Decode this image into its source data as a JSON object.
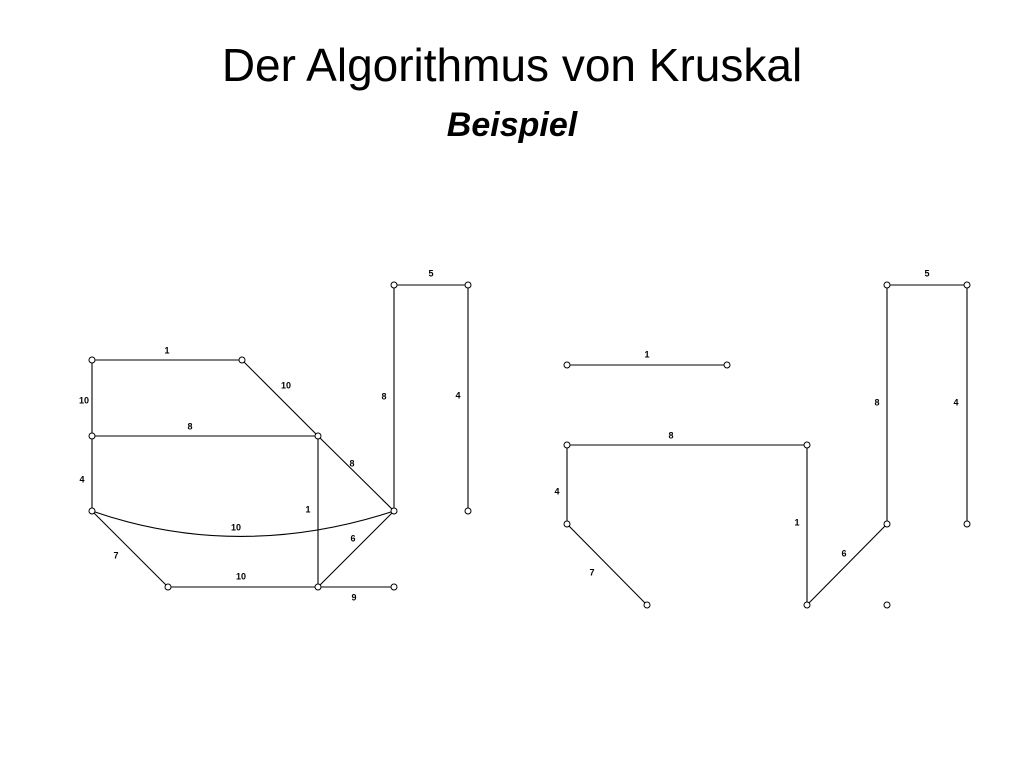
{
  "slide": {
    "title": "Der Algorithmus von Kruskal",
    "subtitle": "Beispiel"
  },
  "graphs": {
    "original": {
      "edges": [
        {
          "id": "a-b",
          "weight": "1"
        },
        {
          "id": "a-c",
          "weight": "10"
        },
        {
          "id": "b-d",
          "weight": "10"
        },
        {
          "id": "c-d",
          "weight": "8"
        },
        {
          "id": "c-e",
          "weight": "4"
        },
        {
          "id": "e-h",
          "weight": "10"
        },
        {
          "id": "e-f",
          "weight": "7"
        },
        {
          "id": "f-g",
          "weight": "10"
        },
        {
          "id": "d-g",
          "weight": "1"
        },
        {
          "id": "d-h",
          "weight": "8"
        },
        {
          "id": "g-h",
          "weight": "6"
        },
        {
          "id": "g-i",
          "weight": "9"
        },
        {
          "id": "h-j",
          "weight": "8"
        },
        {
          "id": "j-k",
          "weight": "5"
        },
        {
          "id": "k-l",
          "weight": "4"
        }
      ]
    },
    "spanning_tree": {
      "edges": [
        {
          "id": "a-b",
          "weight": "1"
        },
        {
          "id": "c-d",
          "weight": "8"
        },
        {
          "id": "c-e",
          "weight": "4"
        },
        {
          "id": "e-f",
          "weight": "7"
        },
        {
          "id": "d-g",
          "weight": "1"
        },
        {
          "id": "g-h",
          "weight": "6"
        },
        {
          "id": "h-j",
          "weight": "8"
        },
        {
          "id": "j-k",
          "weight": "5"
        },
        {
          "id": "k-l",
          "weight": "4"
        }
      ]
    }
  }
}
